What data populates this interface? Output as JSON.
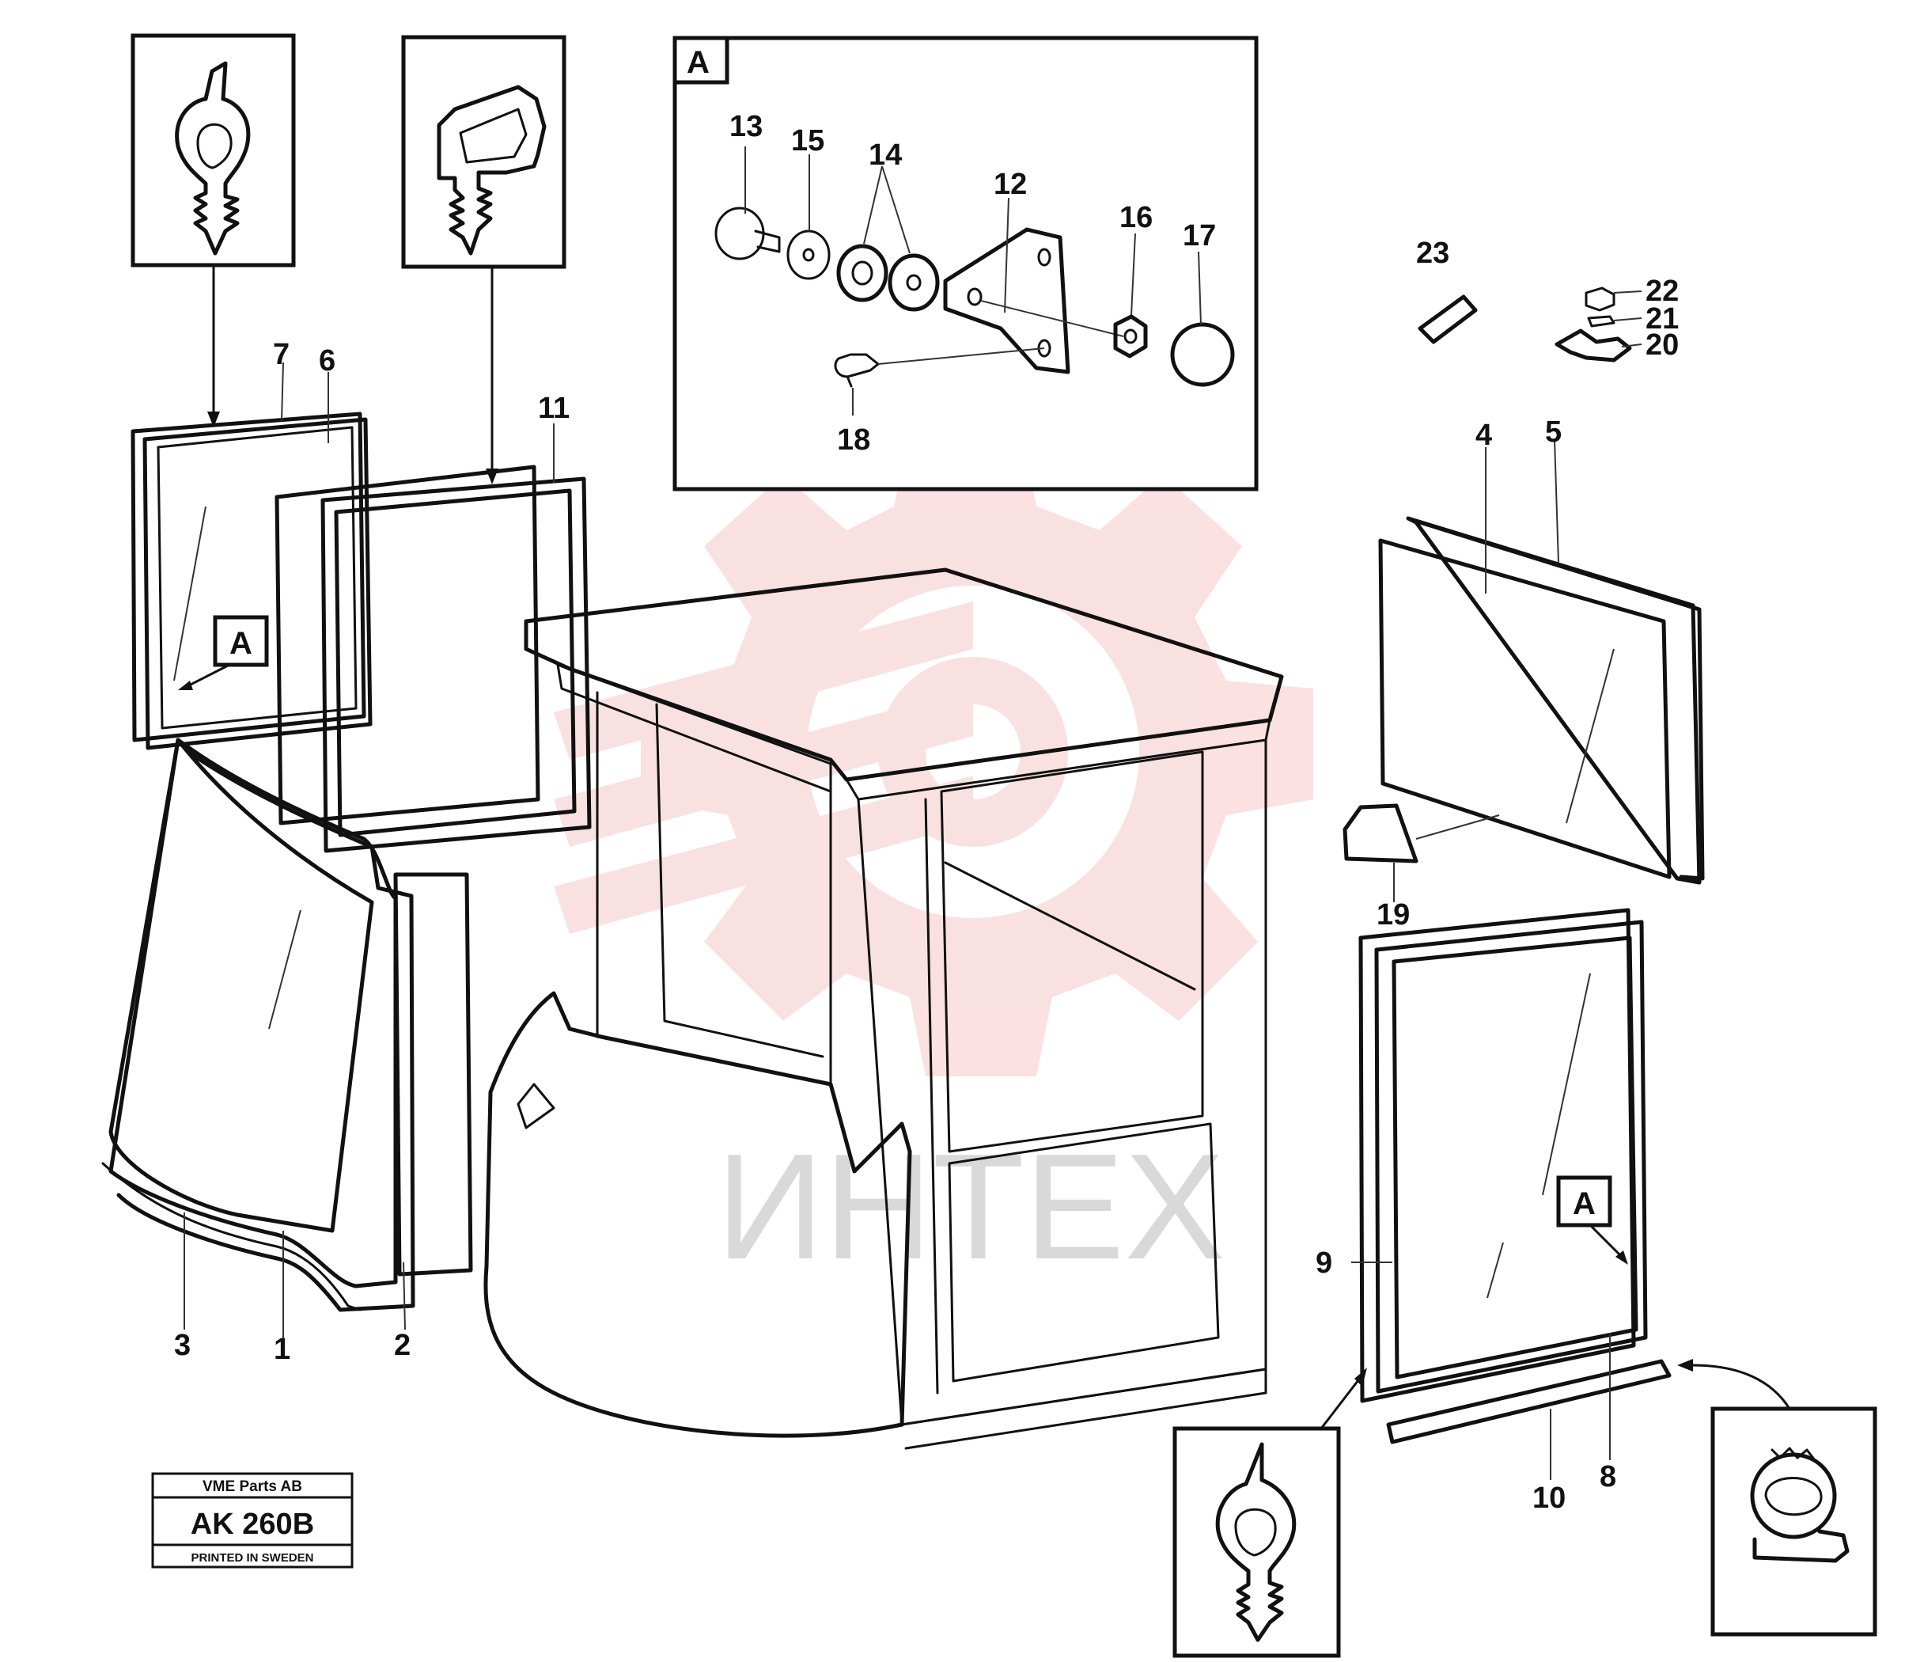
{
  "watermark": {
    "text": "ИНТЕХ",
    "color": "#f5c6c6",
    "text_color": "#d9d9d9"
  },
  "detail_box": {
    "tag": "A"
  },
  "callout_tags": [
    "A",
    "A"
  ],
  "labels": {
    "n1": "1",
    "n2": "2",
    "n3": "3",
    "n4": "4",
    "n5": "5",
    "n6": "6",
    "n7": "7",
    "n8": "8",
    "n9": "9",
    "n10": "10",
    "n11": "11",
    "n12": "12",
    "n13": "13",
    "n14": "14",
    "n15": "15",
    "n16": "16",
    "n17": "17",
    "n18": "18",
    "n19": "19",
    "n20": "20",
    "n21": "21",
    "n22": "22",
    "n23": "23"
  },
  "stamp": {
    "company": "VME Parts AB",
    "code": "AK 260B",
    "printed": "PRINTED IN SWEDEN"
  }
}
